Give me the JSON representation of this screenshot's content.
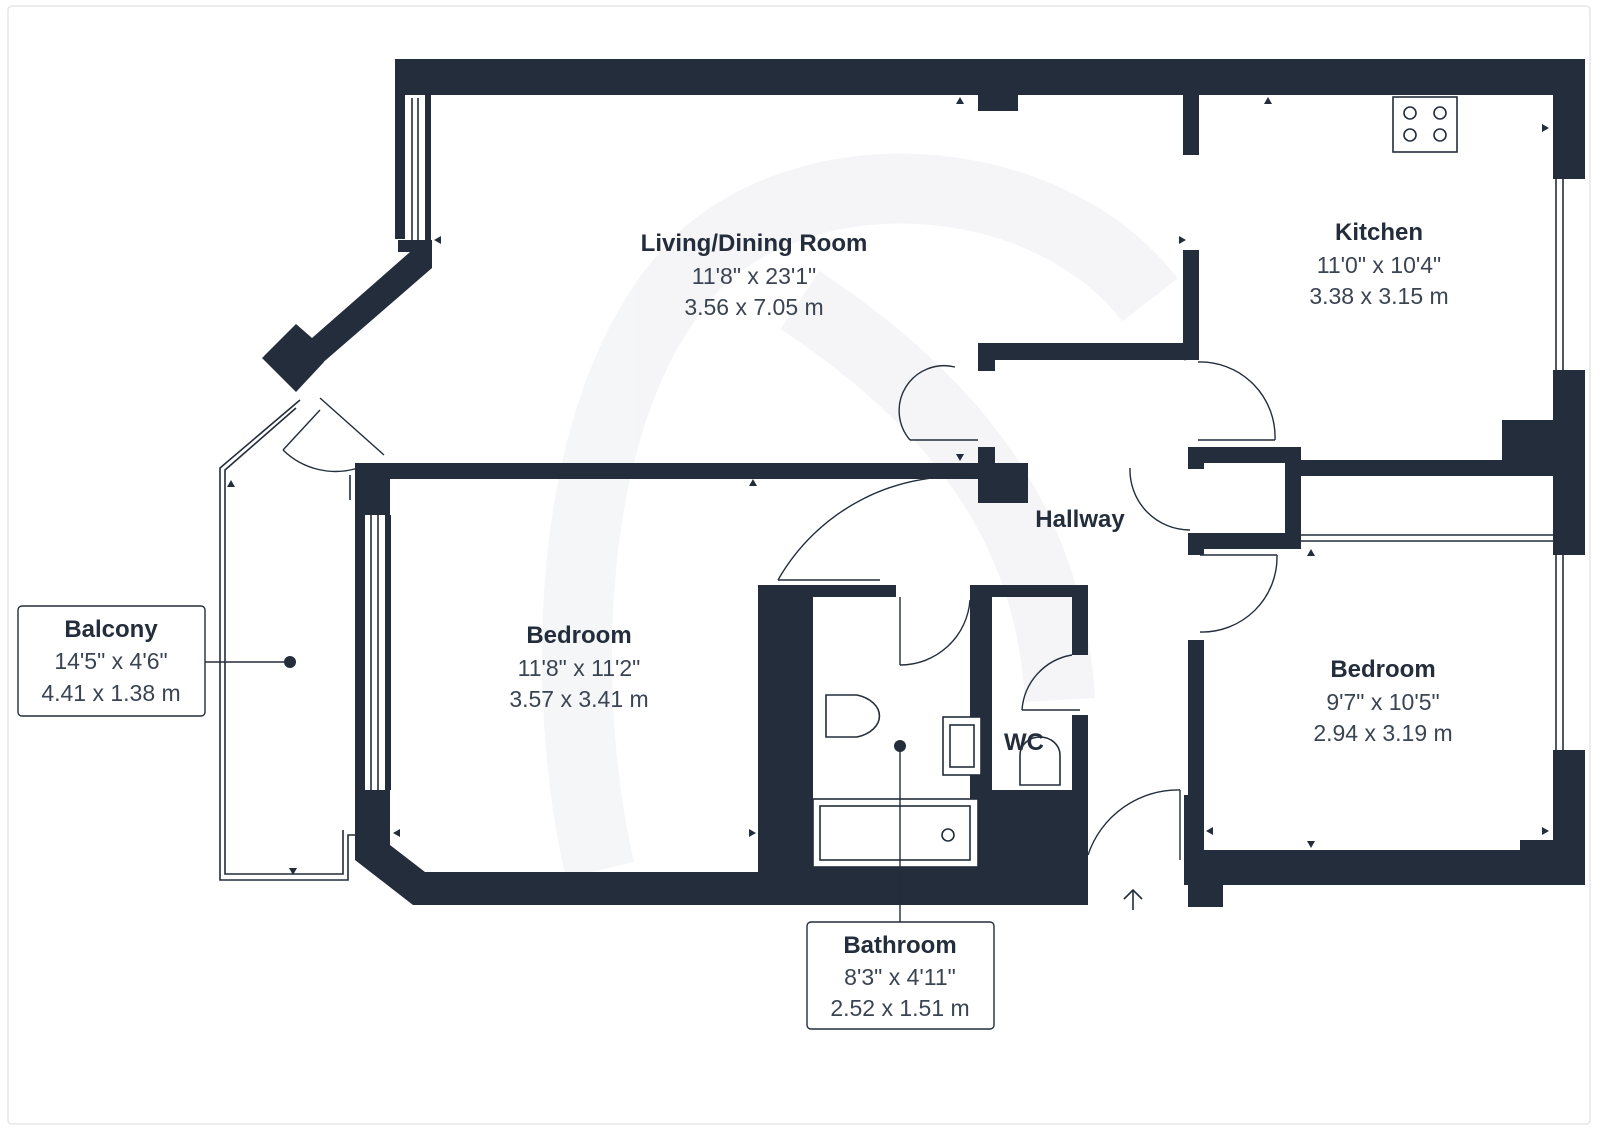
{
  "rooms": {
    "living": {
      "name": "Living/Dining Room",
      "imperial": "11'8\" x 23'1\"",
      "metric": "3.56 x 7.05 m"
    },
    "kitchen": {
      "name": "Kitchen",
      "imperial": "11'0\" x 10'4\"",
      "metric": "3.38 x 3.15 m"
    },
    "hallway": {
      "name": "Hallway"
    },
    "bedroom1": {
      "name": "Bedroom",
      "imperial": "11'8\" x 11'2\"",
      "metric": "3.57 x 3.41 m"
    },
    "bedroom2": {
      "name": "Bedroom",
      "imperial": "9'7\" x 10'5\"",
      "metric": "2.94 x 3.19 m"
    },
    "wc": {
      "name": "WC"
    },
    "balcony": {
      "name": "Balcony",
      "imperial": "14'5\" x 4'6\"",
      "metric": "4.41 x 1.38 m"
    },
    "bathroom": {
      "name": "Bathroom",
      "imperial": "8'3\" x 4'11\"",
      "metric": "2.52 x 1.51 m"
    }
  },
  "icons": {
    "entrance": "entrance-arrow-icon",
    "hob": "hob-icon",
    "toilet": "toilet-icon",
    "sink": "sink-icon",
    "bath": "bath-icon"
  },
  "colors": {
    "wall": "#232d3b",
    "background": "#ffffff"
  }
}
